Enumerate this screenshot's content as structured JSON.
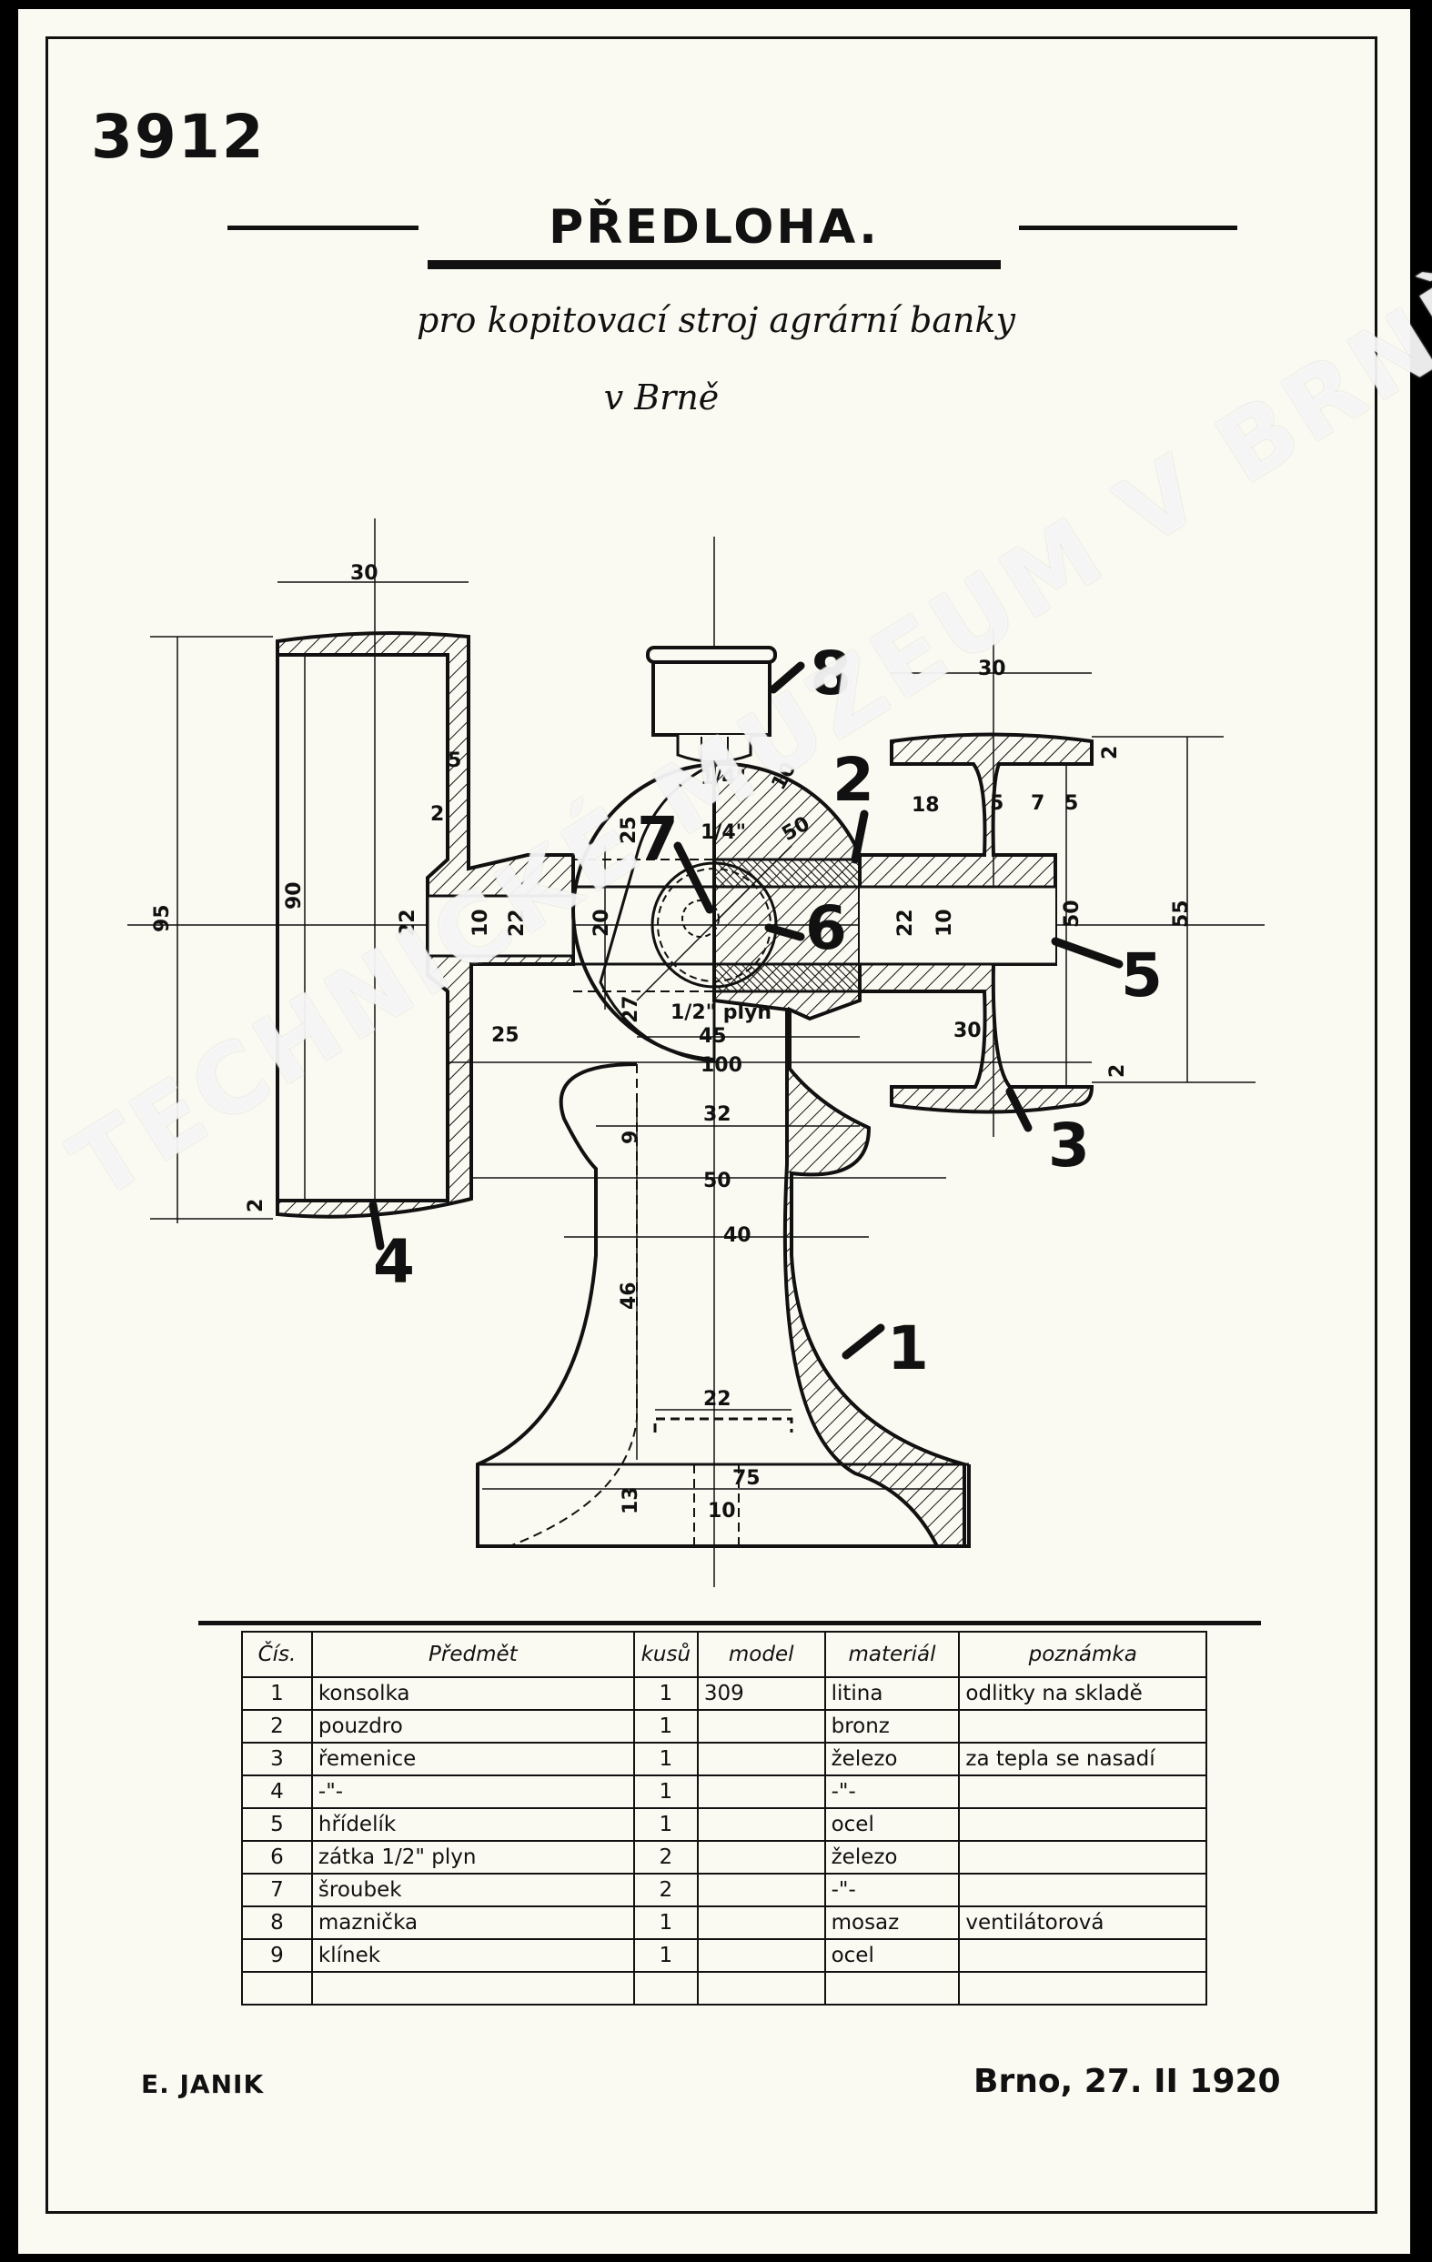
{
  "drawing": {
    "number": "3912",
    "title": "PŘEDLOHA.",
    "subtitle_line1": "pro kopitovací stroj agrární banky",
    "subtitle_line2": "v Brně",
    "watermark": "TECHNICKÉ MUZEUM V BRNĚ",
    "author": "E. JANIK",
    "place_date": "Brno, 27. II 1920"
  },
  "callouts": [
    "1",
    "2",
    "3",
    "4",
    "5",
    "6",
    "7",
    "8"
  ],
  "dimensions": {
    "left_pulley_width": "30",
    "left_pulley_outer_dia": "95",
    "left_pulley_inner_dia": "90",
    "left_web_thickness": "5",
    "left_web_offset": "2",
    "left_hub_dia": "22",
    "left_bore": "10",
    "left_hub_dia_2": "22",
    "left_rim": "2",
    "bearing_bore": "20",
    "bearing_height": "25",
    "oil_hole": "1/4\"",
    "oil_hole_2": "1/4\"",
    "wall": "10",
    "sphere_radius": "50",
    "radius_small": "27",
    "plug_thread": "1/2\" plyn",
    "plug_len": "45",
    "overhang": "25",
    "sphere_dia": "100",
    "neck": "32",
    "neck_h": "9",
    "column_dia": "50",
    "column_inner": "40",
    "column_height": "46",
    "base_recess": "22",
    "base_width": "75",
    "base_height": "13",
    "base_hole": "10",
    "right_pulley_width": "30",
    "right_rim_top": "2",
    "right_web_a": "18",
    "right_web_b": "5",
    "right_web_c": "7",
    "right_web_d": "5",
    "right_hub": "22",
    "right_bore": "10",
    "right_inner_dia": "50",
    "right_outer_dia": "55",
    "right_rim_bottom": "2",
    "right_hub_len": "30"
  },
  "parts_table": {
    "headers": [
      "Čís.",
      "Předmět",
      "kusů",
      "model",
      "materiál",
      "poznámka"
    ],
    "rows": [
      [
        "1",
        "konsolka",
        "1",
        "309",
        "litina",
        "odlitky na skladě"
      ],
      [
        "2",
        "pouzdro",
        "1",
        "",
        "bronz",
        ""
      ],
      [
        "3",
        "řemenice",
        "1",
        "",
        "železo",
        "za tepla se nasadí"
      ],
      [
        "4",
        "-\"-",
        "1",
        "",
        "-\"-",
        ""
      ],
      [
        "5",
        "hřídelík",
        "1",
        "",
        "ocel",
        ""
      ],
      [
        "6",
        "zátka 1/2\" plyn",
        "2",
        "",
        "železo",
        ""
      ],
      [
        "7",
        "šroubek",
        "2",
        "",
        "-\"-",
        ""
      ],
      [
        "8",
        "maznička",
        "1",
        "",
        "mosaz",
        "ventilátorová"
      ],
      [
        "9",
        "klínek",
        "1",
        "",
        "ocel",
        ""
      ],
      [
        "",
        "",
        "",
        "",
        "",
        ""
      ]
    ]
  }
}
